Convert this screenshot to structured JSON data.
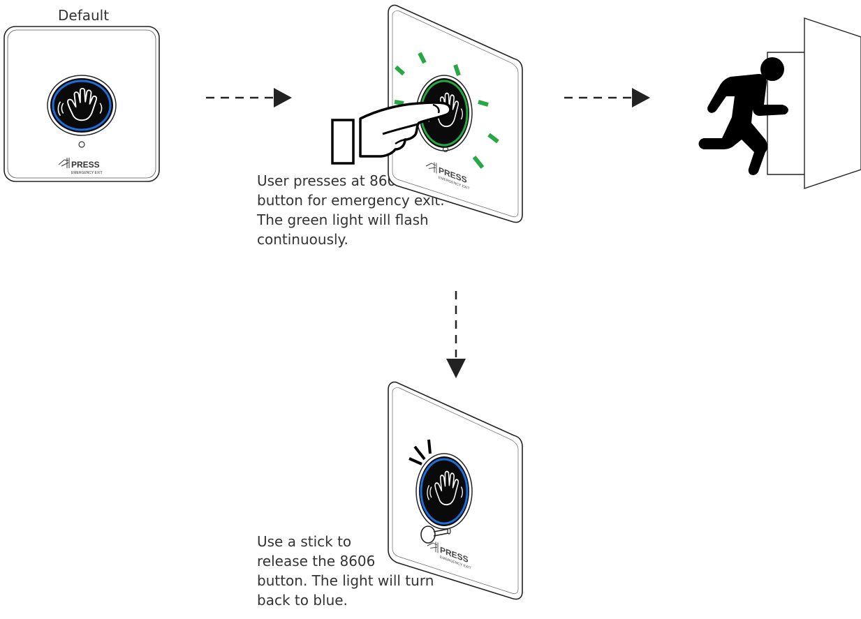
{
  "labels": {
    "default": "Default",
    "press": "PRESS",
    "emergency_exit": "EMERGENCY EXIT"
  },
  "steps": {
    "press_caption": "User presses at 8606\nbutton for emergency exit.\nThe green light will flash\ncontinuously.",
    "release_caption": "Use a stick to\nrelease the 8606\nbutton. The light will turn\nback to blue."
  },
  "colors": {
    "default_ring": "#1e6fd9",
    "active_ring": "#27a844",
    "flash_marks": "#27a844",
    "icon_dark": "#000000"
  },
  "icons": [
    "hand-wave-icon",
    "pointing-hand-icon",
    "running-person-icon",
    "exit-door-icon",
    "stick-icon"
  ]
}
